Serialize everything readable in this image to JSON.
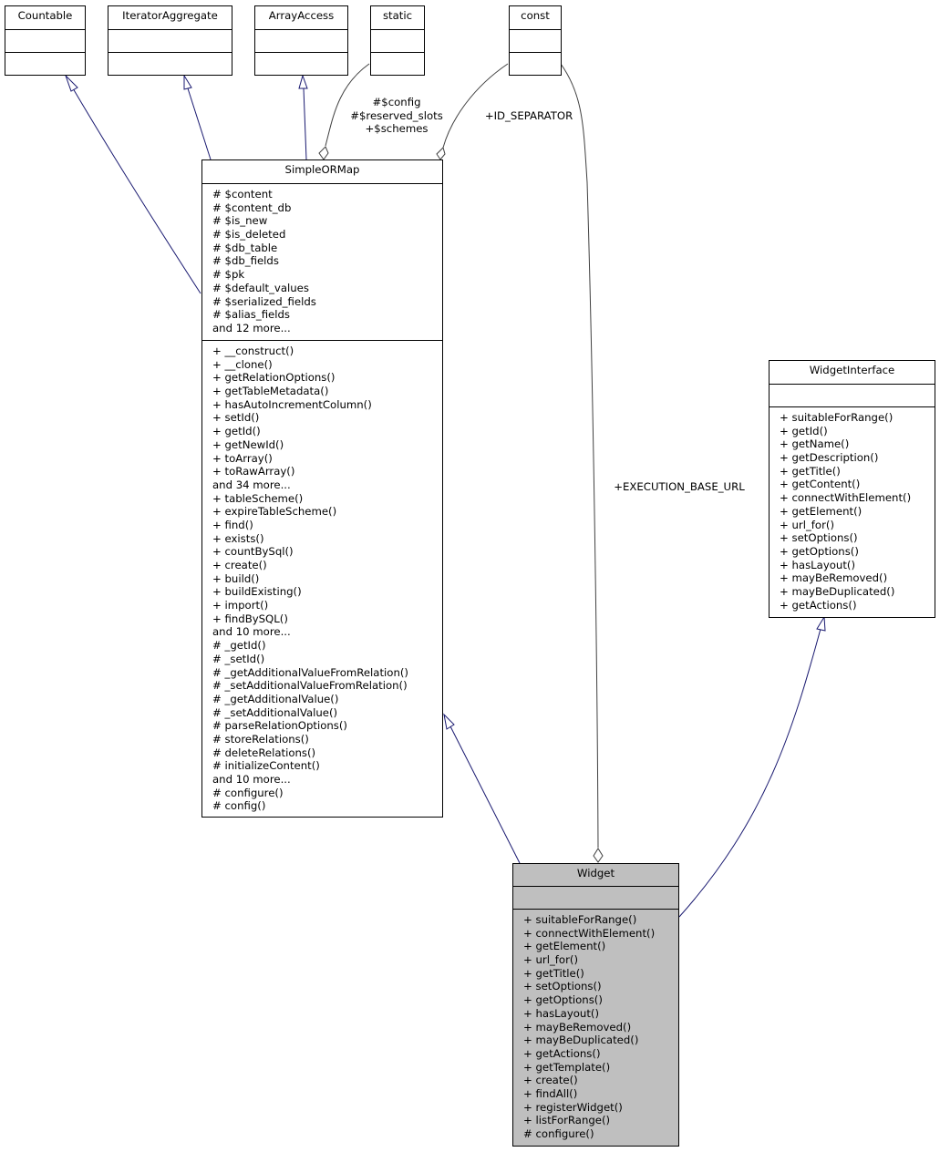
{
  "diagram": {
    "nodes": {
      "countable": {
        "title": "Countable",
        "attributes": [],
        "methods": []
      },
      "iterator_aggregate": {
        "title": "IteratorAggregate",
        "attributes": [],
        "methods": []
      },
      "array_access": {
        "title": "ArrayAccess",
        "attributes": [],
        "methods": []
      },
      "static": {
        "title": "static",
        "attributes": [],
        "methods": []
      },
      "const": {
        "title": "const",
        "attributes": [],
        "methods": []
      },
      "simple_or_map": {
        "title": "SimpleORMap",
        "attributes": [
          "# $content",
          "# $content_db",
          "# $is_new",
          "# $is_deleted",
          "# $db_table",
          "# $db_fields",
          "# $pk",
          "# $default_values",
          "# $serialized_fields",
          "# $alias_fields",
          "and 12 more..."
        ],
        "methods": [
          "+ __construct()",
          "+ __clone()",
          "+ getRelationOptions()",
          "+ getTableMetadata()",
          "+ hasAutoIncrementColumn()",
          "+ setId()",
          "+ getId()",
          "+ getNewId()",
          "+ toArray()",
          "+ toRawArray()",
          "and 34 more...",
          "+ tableScheme()",
          "+ expireTableScheme()",
          "+ find()",
          "+ exists()",
          "+ countBySql()",
          "+ create()",
          "+ build()",
          "+ buildExisting()",
          "+ import()",
          "+ findBySQL()",
          "and 10 more...",
          "# _getId()",
          "# _setId()",
          "# _getAdditionalValueFromRelation()",
          "# _setAdditionalValueFromRelation()",
          "# _getAdditionalValue()",
          "# _setAdditionalValue()",
          "# parseRelationOptions()",
          "# storeRelations()",
          "# deleteRelations()",
          "# initializeContent()",
          "and 10 more...",
          "# configure()",
          "# config()"
        ]
      },
      "widget_interface": {
        "title": "WidgetInterface",
        "attributes": [],
        "methods": [
          "+ suitableForRange()",
          "+ getId()",
          "+ getName()",
          "+ getDescription()",
          "+ getTitle()",
          "+ getContent()",
          "+ connectWithElement()",
          "+ getElement()",
          "+ url_for()",
          "+ setOptions()",
          "+ getOptions()",
          "+ hasLayout()",
          "+ mayBeRemoved()",
          "+ mayBeDuplicated()",
          "+ getActions()"
        ]
      },
      "widget": {
        "title": "Widget",
        "attributes": [],
        "methods": [
          "+ suitableForRange()",
          "+ connectWithElement()",
          "+ getElement()",
          "+ url_for()",
          "+ getTitle()",
          "+ setOptions()",
          "+ getOptions()",
          "+ hasLayout()",
          "+ mayBeRemoved()",
          "+ mayBeDuplicated()",
          "+ getActions()",
          "+ getTemplate()",
          "+ create()",
          "+ findAll()",
          "+ registerWidget()",
          "+ listForRange()",
          "# configure()"
        ]
      }
    },
    "edge_labels": {
      "static_to_sorm": [
        "#$config",
        "#$reserved_slots",
        "+$schemes"
      ],
      "const_to_sorm": [
        "+ID_SEPARATOR"
      ],
      "const_to_widget": [
        "+EXECUTION_BASE_URL"
      ]
    },
    "colors": {
      "inheritance": "#191970",
      "association": "#404040",
      "highlight": "#bfbfbf"
    }
  }
}
